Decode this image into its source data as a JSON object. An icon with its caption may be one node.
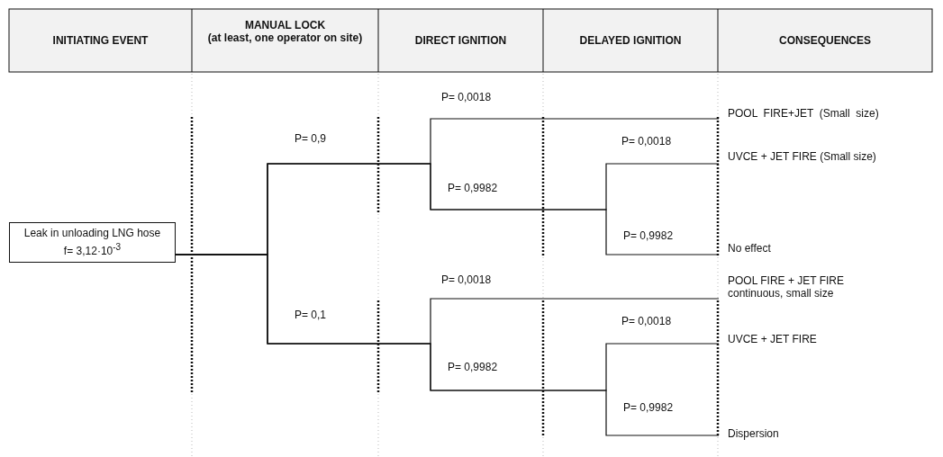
{
  "diagram": {
    "nodes": [
      {
        "text": [
          "Leak in unloading LNG hose",
          "f= 3,12·10$^{-3}$"
        ]
      },
      {
        "text": [
          "POOL  FIRE+JET  (Small  size)"
        ]
      },
      {
        "text": [
          "UVCE + JET FIRE (Small size)"
        ]
      },
      {
        "text": [
          "No effect"
        ]
      },
      {
        "text": [
          "POOL FIRE + JET FIRE continuous, small size"
        ]
      },
      {
        "text": [
          "UVCE + JET FIRE"
        ]
      },
      {
        "text": [
          "Dispersion"
        ]
      }
    ],
    "edges": [
      {
        "from": 0,
        "to": 1,
        "arrow": "none"
      },
      {
        "from": 0,
        "to": 2,
        "arrow": "none"
      },
      {
        "from": 0,
        "to": 3,
        "arrow": "none"
      },
      {
        "from": 0,
        "to": 4,
        "arrow": "none"
      },
      {
        "from": 0,
        "to": 5,
        "arrow": "none"
      },
      {
        "from": 0,
        "to": 6,
        "arrow": "none"
      }
    ],
    "labels": [
      "INITIATING EVENT",
      "MANUAL LOCK",
      "(at least, one operator on site)",
      "DIRECT IGNITION",
      "DELAYED IGNITION",
      "CONSEQUENCES",
      "P= 0,0018",
      "P= 0,9",
      "P= 0,0018",
      "P= 0,9982",
      "P= 0,9982",
      "P= 0,0018",
      "P= 0,1",
      "P= 0,0018",
      "P= 0,9982",
      "P= 0,9982"
    ]
  }
}
